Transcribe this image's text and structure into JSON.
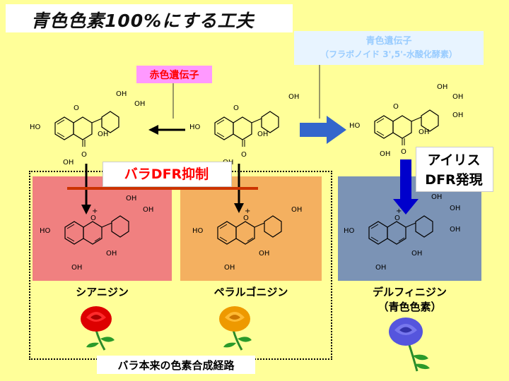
{
  "title": "青色色素100%にする工夫",
  "blue_gene": {
    "line1": "青色遺伝子",
    "line2": "（フラボノイド 3',5'-水酸化酵素）"
  },
  "red_gene": "赤色遺伝子",
  "dfr_suppression": "バラDFR抑制",
  "iris_dfr": {
    "line1": "アイリス",
    "line2": "DFR発現"
  },
  "pigments": {
    "cyanidin": "シアニジン",
    "pelargonidin": "ペラルゴニジン",
    "delphinidin": "デルフィニジン",
    "delphinidin_note": "（青色色素）"
  },
  "pathway_label": "バラ本来の色素合成経路",
  "atom_labels": {
    "oh": "OH",
    "ho": "HO",
    "o": "O",
    "plus": "+"
  },
  "colors": {
    "background": "#ffff99",
    "cyanidin_panel": "#f08080",
    "pelargonidin_panel": "#f4b060",
    "delphinidin_panel": "#7b93b5",
    "red_text": "#ff0000",
    "blue_gene_text": "#99ccff",
    "blue_arrow": "#3366cc"
  }
}
